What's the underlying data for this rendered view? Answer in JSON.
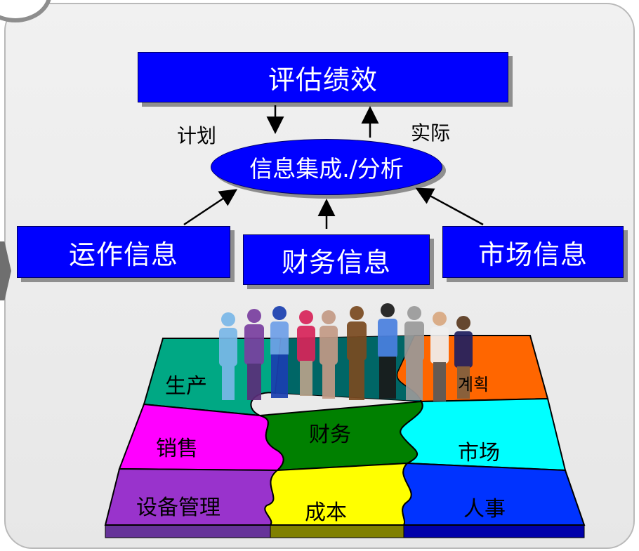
{
  "top_box": "评估绩效",
  "center": "信息集成./分析",
  "left_label": "计划",
  "right_label": "实际",
  "sources": [
    "运作信息",
    "财务信息",
    "市场信息"
  ],
  "puzzle": {
    "production": "生产",
    "plan": "계획",
    "sales": "销售",
    "finance": "财务",
    "market": "市场",
    "equipment": "设备管理",
    "cost": "成本",
    "hr": "人事"
  },
  "colors": {
    "box": "#0000ff",
    "teal": "#00a884",
    "orange": "#ff6600",
    "magenta": "#ff00ff",
    "green": "#008000",
    "cyan": "#00ffff",
    "purple": "#9933cc",
    "yellow": "#ffff00",
    "blue": "#0033ff"
  }
}
